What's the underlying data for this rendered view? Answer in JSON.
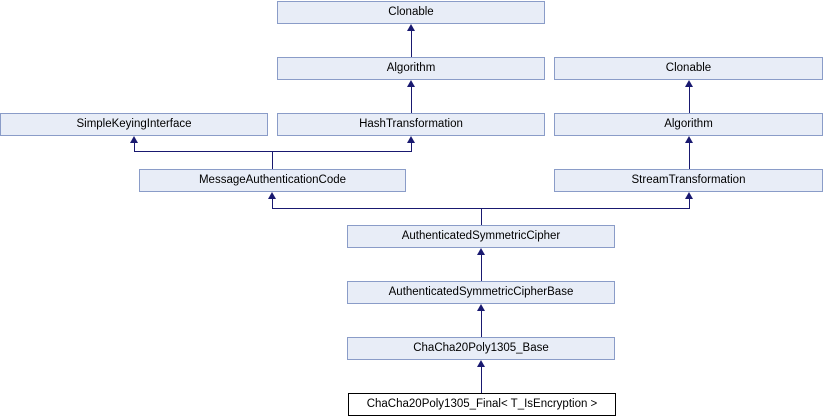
{
  "diagram": {
    "type": "class-inheritance-diagram",
    "colors": {
      "background": "#ffffff",
      "node_fill": "#e8edf7",
      "node_border": "#8a9cc8",
      "current_node_fill": "#ffffff",
      "current_node_border": "#000000",
      "edge": "#191970",
      "text": "#000000"
    },
    "nodes": [
      {
        "id": "clonable-top",
        "label": "Clonable"
      },
      {
        "id": "algorithm-left",
        "label": "Algorithm"
      },
      {
        "id": "simple-keying-interface",
        "label": "SimpleKeyingInterface"
      },
      {
        "id": "hash-transformation",
        "label": "HashTransformation"
      },
      {
        "id": "clonable-right",
        "label": "Clonable"
      },
      {
        "id": "algorithm-right",
        "label": "Algorithm"
      },
      {
        "id": "message-authentication-code",
        "label": "MessageAuthenticationCode"
      },
      {
        "id": "stream-transformation",
        "label": "StreamTransformation"
      },
      {
        "id": "authenticated-symmetric-cipher",
        "label": "AuthenticatedSymmetricCipher"
      },
      {
        "id": "authenticated-symmetric-cipher-base",
        "label": "AuthenticatedSymmetricCipherBase"
      },
      {
        "id": "chacha20poly1305-base",
        "label": "ChaCha20Poly1305_Base"
      },
      {
        "id": "chacha20poly1305-final",
        "label": "ChaCha20Poly1305_Final< T_IsEncryption >"
      }
    ],
    "edges": [
      {
        "from": "algorithm-left",
        "to": "clonable-top"
      },
      {
        "from": "hash-transformation",
        "to": "algorithm-left"
      },
      {
        "from": "message-authentication-code",
        "to": "simple-keying-interface"
      },
      {
        "from": "message-authentication-code",
        "to": "hash-transformation"
      },
      {
        "from": "algorithm-right",
        "to": "clonable-right"
      },
      {
        "from": "stream-transformation",
        "to": "algorithm-right"
      },
      {
        "from": "authenticated-symmetric-cipher",
        "to": "message-authentication-code"
      },
      {
        "from": "authenticated-symmetric-cipher",
        "to": "stream-transformation"
      },
      {
        "from": "authenticated-symmetric-cipher-base",
        "to": "authenticated-symmetric-cipher"
      },
      {
        "from": "chacha20poly1305-base",
        "to": "authenticated-symmetric-cipher-base"
      },
      {
        "from": "chacha20poly1305-final",
        "to": "chacha20poly1305-base"
      }
    ]
  }
}
